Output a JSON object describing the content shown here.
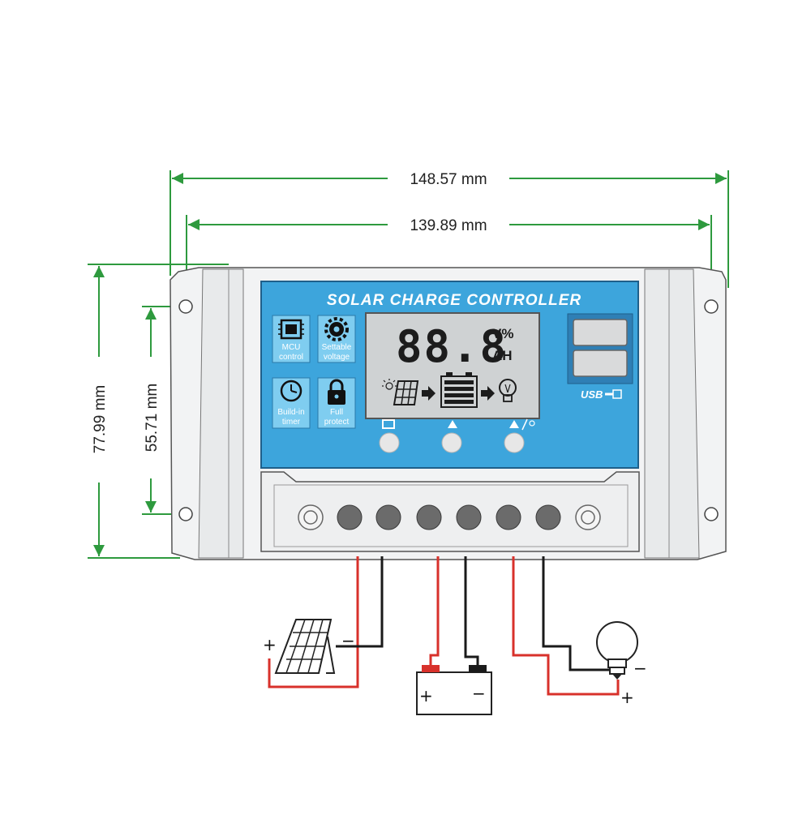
{
  "dimensions": {
    "overall_width": "148.57 mm",
    "hole_spacing_width": "139.89 mm",
    "overall_height": "77.99 mm",
    "hole_spacing_height": "55.71 mm"
  },
  "panel": {
    "title": "SOLAR CHARGE CONTROLLER",
    "lcd_digits": "88.8",
    "lcd_units_top": "V%",
    "lcd_units_bottom": "AH",
    "usb_label": "USB"
  },
  "features": [
    {
      "icon": "chip-icon",
      "line1": "MCU",
      "line2": "control"
    },
    {
      "icon": "gear-icon",
      "line1": "Settable",
      "line2": "voltage"
    },
    {
      "icon": "clock-icon",
      "line1": "Build-in",
      "line2": "timer"
    },
    {
      "icon": "lock-icon",
      "line1": "Full",
      "line2": "protect"
    }
  ],
  "wiring": {
    "panel_plus": "+",
    "panel_minus": "−",
    "battery_plus": "+",
    "battery_minus": "−",
    "load_plus": "+",
    "load_minus": "−"
  },
  "colors": {
    "dimension_line": "#2e9a3e",
    "panel_blue": "#3da5dc",
    "wire_red": "#d8312b",
    "wire_black": "#1a1a1a",
    "lcd_background": "#cfd2d3"
  }
}
